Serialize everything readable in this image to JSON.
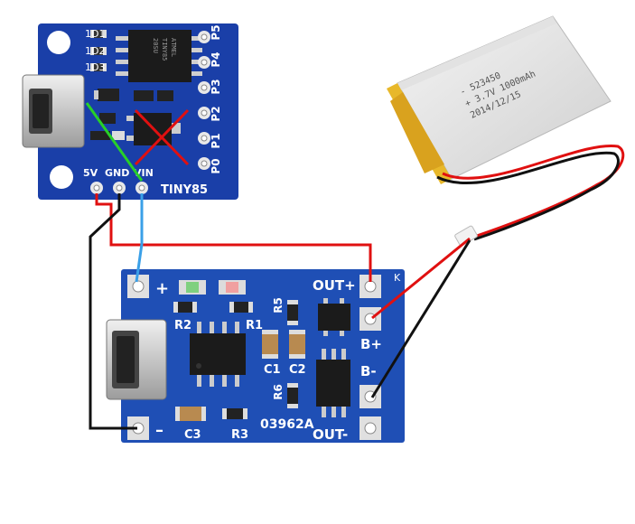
{
  "digispark": {
    "pins_top": [
      "P5",
      "P4",
      "P3",
      "P2",
      "P1",
      "P0"
    ],
    "pins_bottom": [
      "5V",
      "GND",
      "VIN"
    ],
    "board_label": "TINY85",
    "chip_text": [
      "ATMEL",
      "TINY85",
      "20SU"
    ],
    "small_parts": [
      "1D1",
      "1D2",
      "1D3"
    ]
  },
  "charger": {
    "labels": {
      "out_plus": "OUT+",
      "out_minus": "OUT-",
      "b_plus": "B+",
      "b_minus": "B-",
      "in_plus": "+",
      "in_minus": "–",
      "r1": "R1",
      "r2": "R2",
      "r3": "R3",
      "r5": "R5",
      "r6": "R6",
      "c1": "C1",
      "c2": "C2",
      "c3": "C3",
      "part_no": "03962A",
      "corner": "K"
    }
  },
  "battery": {
    "lines": [
      "- 523450",
      "+ 3.7V 1000mAh",
      "2014/12/15"
    ]
  },
  "colors": {
    "board_blue": "#1a3fa8",
    "charger_blue": "#1f4fb5",
    "wire_red": "#e01010",
    "wire_black": "#111111",
    "wire_blue": "#3aa0e8",
    "wire_green": "#28d028",
    "battery_gold": "#e8b82a"
  }
}
